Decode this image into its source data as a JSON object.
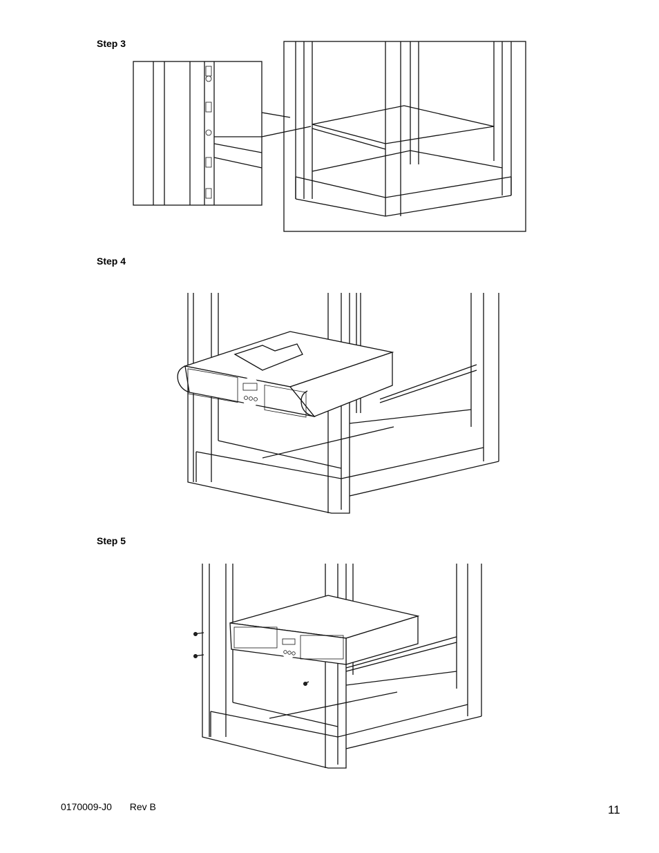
{
  "steps": [
    {
      "label": "Step 3"
    },
    {
      "label": "Step 4"
    },
    {
      "label": "Step 5"
    }
  ],
  "footer": {
    "doc_number": "0170009-J0",
    "revision": "Rev B",
    "page_number": "11"
  }
}
